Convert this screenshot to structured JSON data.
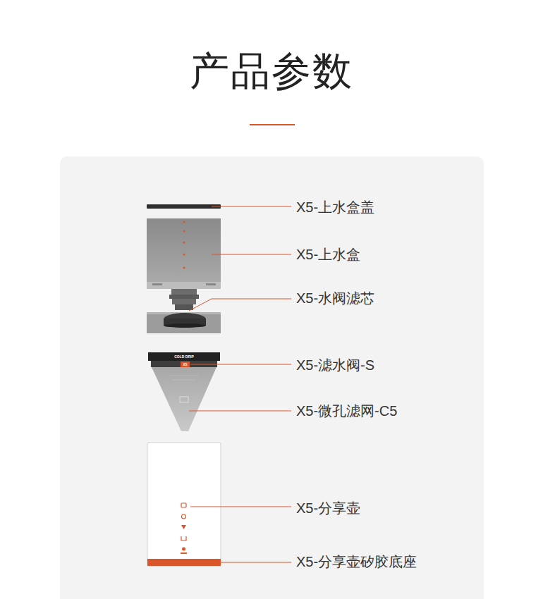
{
  "diagram": {
    "title": "产品参数",
    "labels": [
      "X5-上水盒盖",
      "X5-上水盒",
      "X5-水阀滤芯",
      "X5-滤水阀-S",
      "X5-微孔滤网-C5",
      "X5-分享壶",
      "X5-分享壶矽胶底座",
      "COLD DRIP",
      "X5"
    ]
  }
}
